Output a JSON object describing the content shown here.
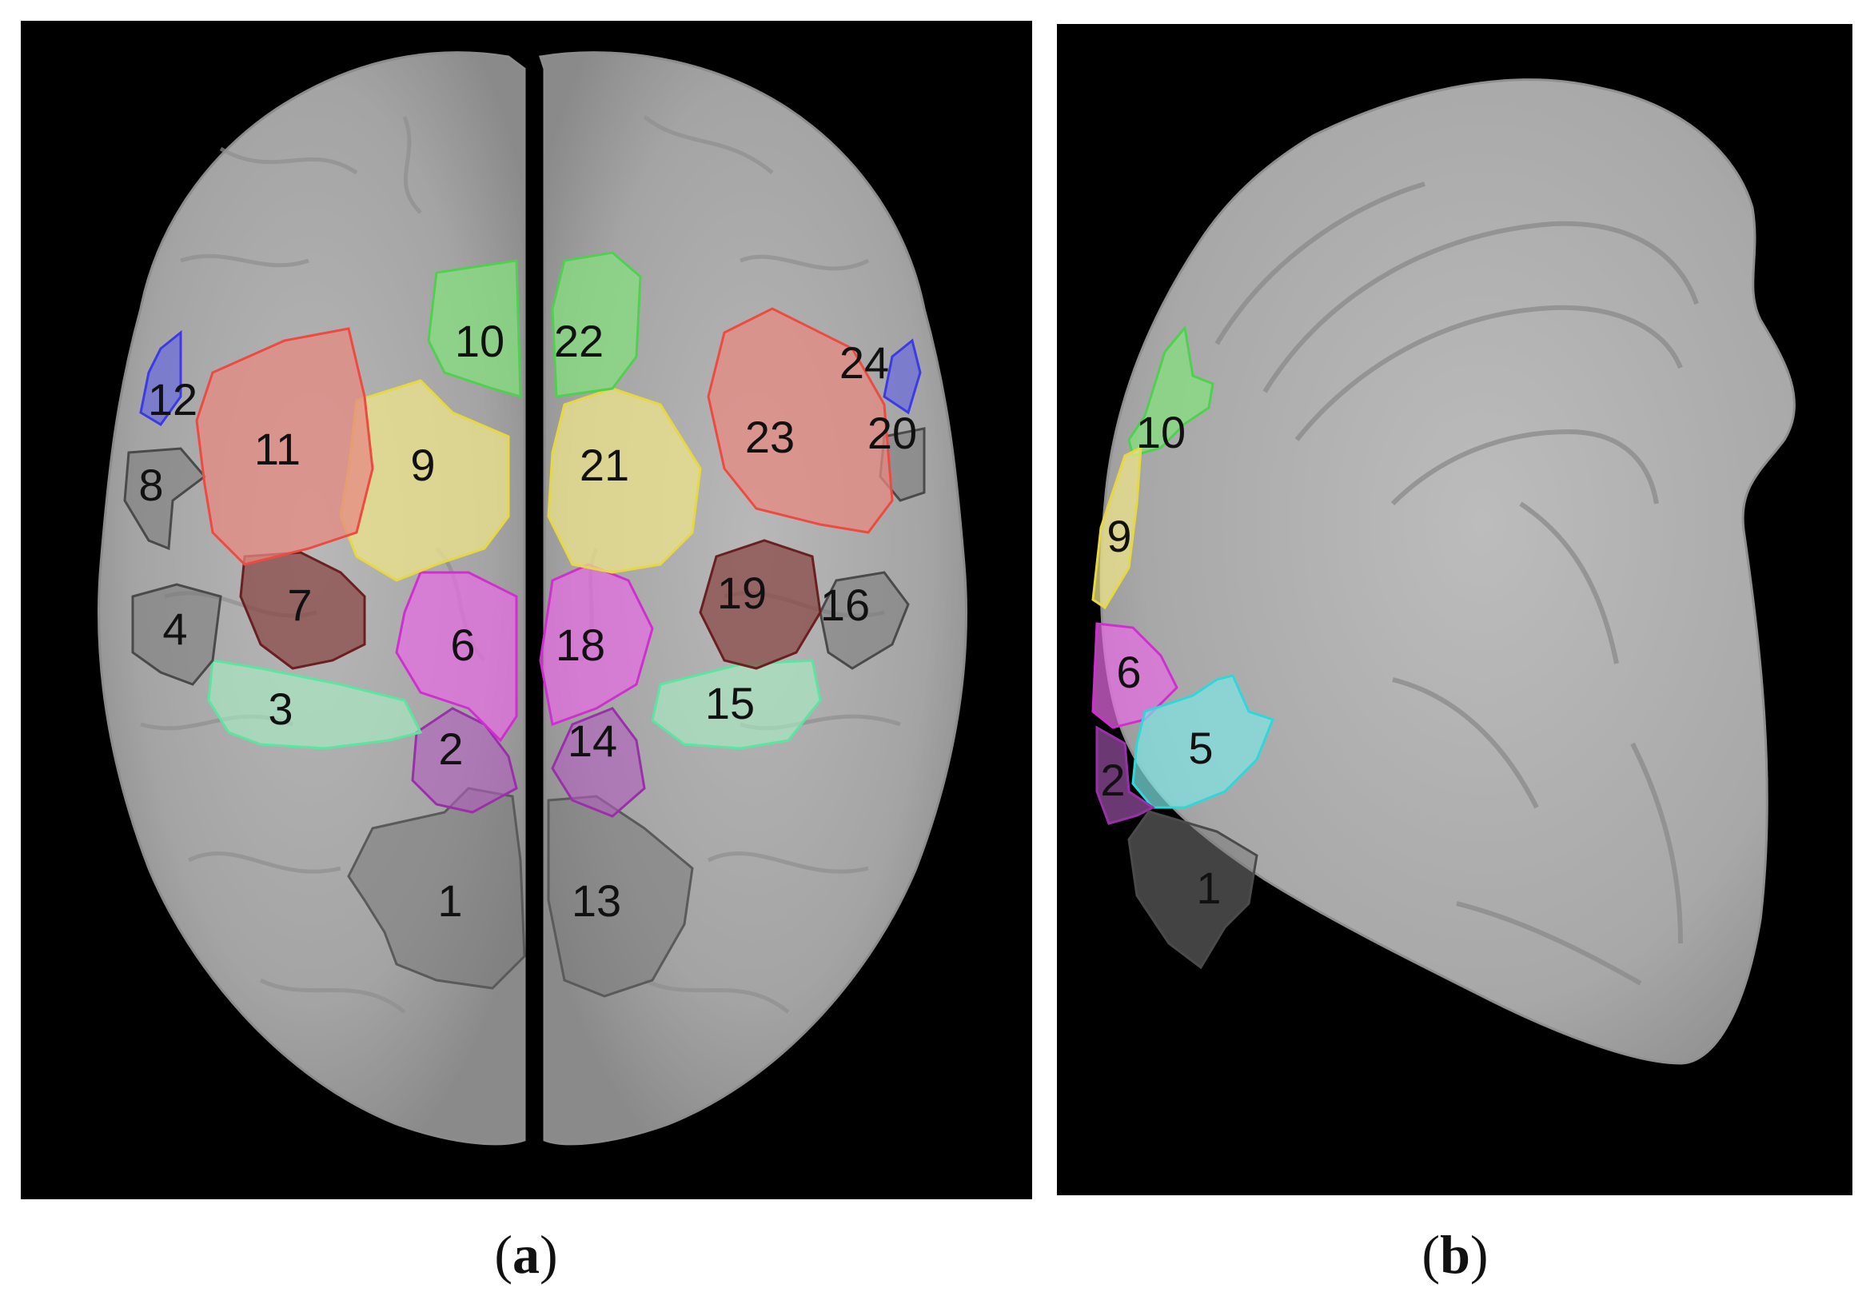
{
  "panel_a": {
    "caption_open": "(",
    "caption_letter": "a",
    "caption_close": ")",
    "regions": [
      {
        "label": "1",
        "color": "#6e6e6e"
      },
      {
        "label": "2",
        "color": "#a64ab5"
      },
      {
        "label": "3",
        "color": "#8fe6b4"
      },
      {
        "label": "4",
        "color": "#7a7a7a"
      },
      {
        "label": "6",
        "color": "#e24fe0"
      },
      {
        "label": "7",
        "color": "#8a3a3a"
      },
      {
        "label": "8",
        "color": "#7a7a7a"
      },
      {
        "label": "9",
        "color": "#e6e07a"
      },
      {
        "label": "10",
        "color": "#7fe07a"
      },
      {
        "label": "11",
        "color": "#e27a72"
      },
      {
        "label": "12",
        "color": "#5a5ae6"
      },
      {
        "label": "13",
        "color": "#6e6e6e"
      },
      {
        "label": "14",
        "color": "#a64ab5"
      },
      {
        "label": "15",
        "color": "#8fe6b4"
      },
      {
        "label": "16",
        "color": "#7a7a7a"
      },
      {
        "label": "18",
        "color": "#e24fe0"
      },
      {
        "label": "19",
        "color": "#8a3a3a"
      },
      {
        "label": "20",
        "color": "#7a7a7a"
      },
      {
        "label": "21",
        "color": "#e6e07a"
      },
      {
        "label": "22",
        "color": "#7fe07a"
      },
      {
        "label": "23",
        "color": "#e27a72"
      },
      {
        "label": "24",
        "color": "#5a5ae6"
      }
    ]
  },
  "panel_b": {
    "caption_open": "(",
    "caption_letter": "b",
    "caption_close": ")",
    "regions": [
      {
        "label": "10",
        "color": "#7fe07a"
      },
      {
        "label": "9",
        "color": "#e6e07a"
      },
      {
        "label": "6",
        "color": "#e24fe0"
      },
      {
        "label": "5",
        "color": "#4fe0e0"
      },
      {
        "label": "2",
        "color": "#a64ab5"
      },
      {
        "label": "1",
        "color": "#6e6e6e"
      }
    ]
  }
}
